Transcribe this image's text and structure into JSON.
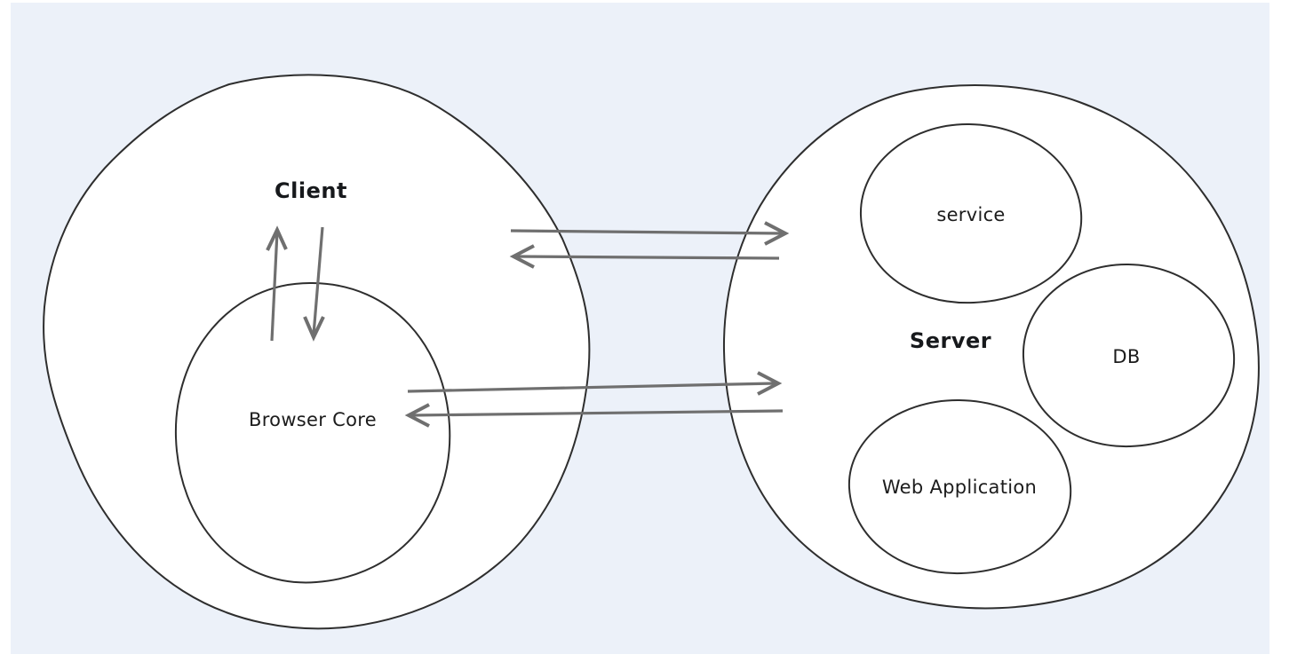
{
  "canvas": {
    "board_color": "#ecf1f9",
    "margin_color": "#ffffff",
    "shape_fill": "#ffffff",
    "outline_color": "#2e2e2e",
    "arrow_color": "#6f6f6f"
  },
  "nodes": {
    "client": {
      "label": "Client",
      "type": "blob"
    },
    "browser_core": {
      "label": "Browser Core",
      "type": "circle",
      "inside": "client"
    },
    "server": {
      "label": "Server",
      "type": "blob"
    },
    "service": {
      "label": "service",
      "type": "circle",
      "inside": "server"
    },
    "db": {
      "label": "DB",
      "type": "circle",
      "inside": "server"
    },
    "web_application": {
      "label": "Web Application",
      "type": "circle",
      "inside": "server"
    }
  },
  "edges": [
    {
      "from": "browser_core",
      "to": "client",
      "direction": "up"
    },
    {
      "from": "client",
      "to": "browser_core",
      "direction": "down"
    },
    {
      "from": "client",
      "to": "server",
      "direction": "right"
    },
    {
      "from": "server",
      "to": "client",
      "direction": "left"
    },
    {
      "from": "browser_core",
      "to": "server",
      "direction": "right"
    },
    {
      "from": "server",
      "to": "browser_core",
      "direction": "left"
    }
  ]
}
